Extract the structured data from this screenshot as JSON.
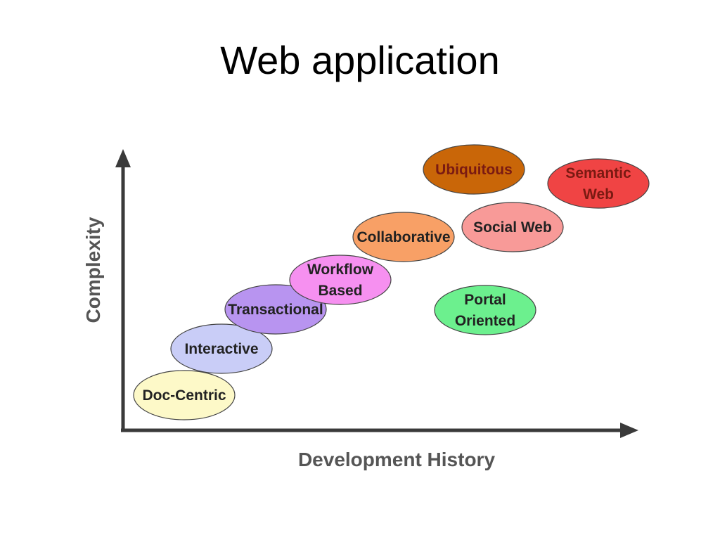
{
  "title": "Web application",
  "axes": {
    "x_label": "Development History",
    "y_label": "Complexity"
  },
  "stages": [
    {
      "id": "doc-centric",
      "lines": [
        "Doc-Centric"
      ],
      "fill": "#fdf9c8",
      "text_color": "#222222"
    },
    {
      "id": "interactive",
      "lines": [
        "Interactive"
      ],
      "fill": "#c9cdf7",
      "text_color": "#222222"
    },
    {
      "id": "transactional",
      "lines": [
        "Transactional"
      ],
      "fill": "#b894f0",
      "text_color": "#222222"
    },
    {
      "id": "workflow-based",
      "lines": [
        "Workflow",
        "Based"
      ],
      "fill": "#f690f0",
      "text_color": "#222222"
    },
    {
      "id": "collaborative",
      "lines": [
        "Collaborative"
      ],
      "fill": "#f8a066",
      "text_color": "#222222"
    },
    {
      "id": "portal-oriented",
      "lines": [
        "Portal",
        "Oriented"
      ],
      "fill": "#6cf08e",
      "text_color": "#222222"
    },
    {
      "id": "social-web",
      "lines": [
        "Social Web"
      ],
      "fill": "#f89a98",
      "text_color": "#222222"
    },
    {
      "id": "ubiquitous",
      "lines": [
        "Ubiquitous"
      ],
      "fill": "#c96608",
      "text_color": "#7a1a12"
    },
    {
      "id": "semantic-web",
      "lines": [
        "Semantic",
        "Web"
      ],
      "fill": "#f04444",
      "text_color": "#7a1a12"
    }
  ]
}
